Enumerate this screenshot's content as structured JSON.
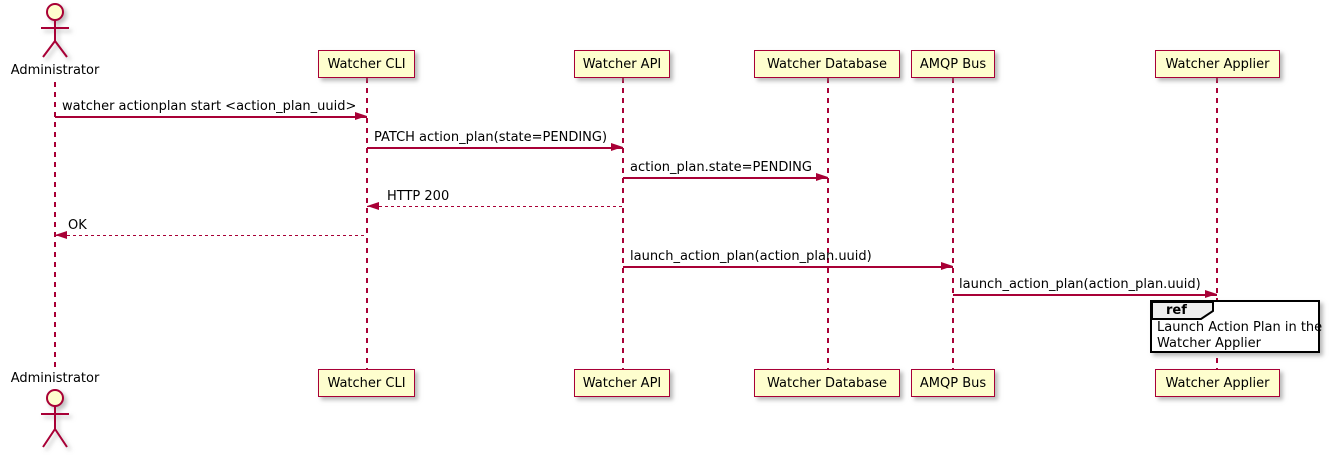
{
  "diagram": {
    "type": "sequence",
    "colors": {
      "accent": "#A80036",
      "participant_fill": "#FEFECE",
      "ref_tab_fill": "#EEEEEE",
      "ref_border": "#000000",
      "text": "#000000",
      "background": "#ffffff"
    },
    "actor": {
      "name": "Administrator"
    },
    "participants": [
      {
        "name": "Watcher CLI"
      },
      {
        "name": "Watcher API"
      },
      {
        "name": "Watcher Database"
      },
      {
        "name": "AMQP Bus"
      },
      {
        "name": "Watcher Applier"
      }
    ],
    "messages": [
      {
        "text": "watcher actionplan start <action_plan_uuid>",
        "from": "Administrator",
        "to": "Watcher CLI",
        "style": "solid"
      },
      {
        "text": "PATCH action_plan(state=PENDING)",
        "from": "Watcher CLI",
        "to": "Watcher API",
        "style": "solid"
      },
      {
        "text": "action_plan.state=PENDING",
        "from": "Watcher API",
        "to": "Watcher Database",
        "style": "solid"
      },
      {
        "text": "HTTP 200",
        "from": "Watcher API",
        "to": "Watcher CLI",
        "style": "dashed"
      },
      {
        "text": "OK",
        "from": "Watcher CLI",
        "to": "Administrator",
        "style": "dashed"
      },
      {
        "text": "launch_action_plan(action_plan.uuid)",
        "from": "Watcher API",
        "to": "AMQP Bus",
        "style": "solid"
      },
      {
        "text": "launch_action_plan(action_plan.uuid)",
        "from": "AMQP Bus",
        "to": "Watcher Applier",
        "style": "solid"
      }
    ],
    "ref": {
      "keyword": "ref",
      "over": "Watcher Applier",
      "lines": [
        "Launch Action Plan in the",
        "Watcher Applier"
      ]
    }
  }
}
